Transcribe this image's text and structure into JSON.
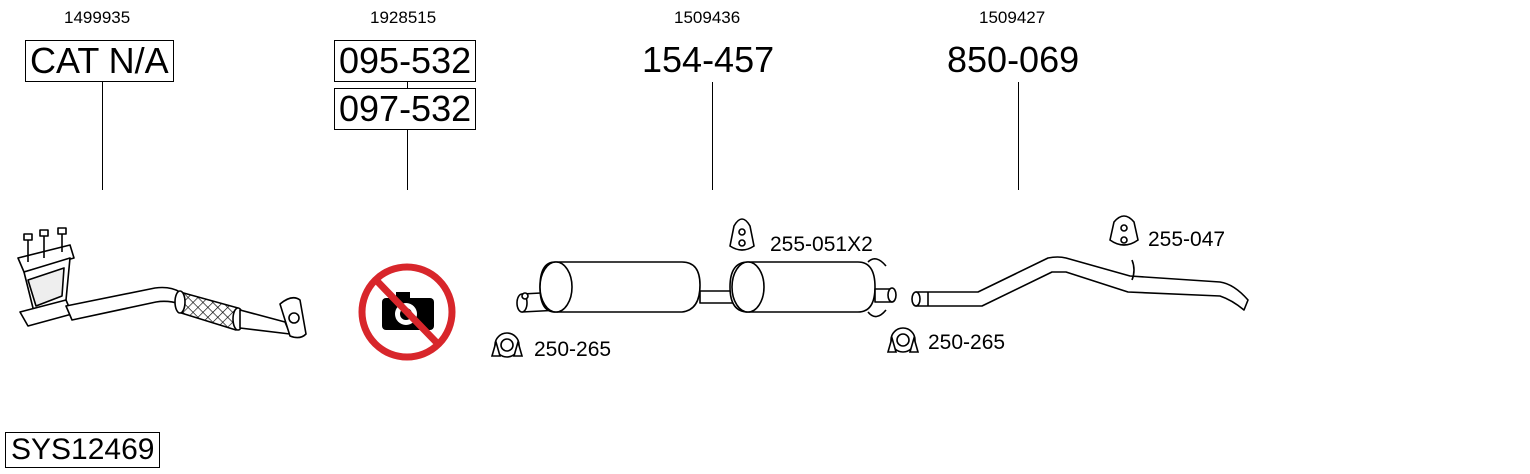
{
  "parts": [
    {
      "ref": "1499935",
      "code": "CAT N/A",
      "name": "catalytic-converter"
    },
    {
      "ref": "1928515",
      "code": "095-532",
      "code2": "097-532",
      "name": "not-available"
    },
    {
      "ref": "1509436",
      "code": "154-457",
      "name": "middle-silencer"
    },
    {
      "ref": "1509427",
      "code": "850-069",
      "name": "tail-pipe"
    }
  ],
  "accessories": {
    "clamp_left": "250-265",
    "hanger_pair": "255-051X2",
    "clamp_right": "250-265",
    "hanger_rear": "255-047"
  },
  "system_code": "SYS12469",
  "colors": {
    "prohibited": "#d8262b",
    "line": "#000000",
    "part_fill": "#ffffff"
  }
}
